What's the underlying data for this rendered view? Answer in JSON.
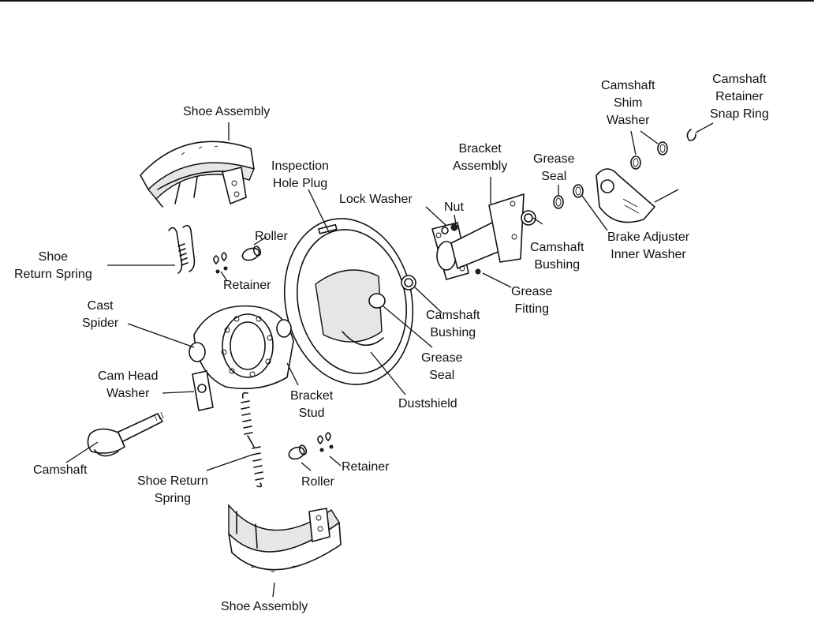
{
  "labels": {
    "shoe_assembly_top": "Shoe Assembly",
    "inspection_hole_plug": [
      "Inspection",
      "Hole Plug"
    ],
    "lock_washer": "Lock Washer",
    "nut": "Nut",
    "bracket_assembly": [
      "Bracket",
      "Assembly"
    ],
    "grease_seal_top": [
      "Grease",
      "Seal"
    ],
    "camshaft_shim_washer": [
      "Camshaft",
      "Shim",
      "Washer"
    ],
    "camshaft_retainer_snap_ring": [
      "Camshaft",
      "Retainer",
      "Snap Ring"
    ],
    "roller_top": "Roller",
    "shoe_return_spring_left": [
      "Shoe",
      "Return Spring"
    ],
    "retainer_top": "Retainer",
    "camshaft_bushing_right": [
      "Camshaft",
      "Bushing"
    ],
    "brake_adjuster_inner_washer": [
      "Brake Adjuster",
      "Inner Washer"
    ],
    "grease_fitting": [
      "Grease",
      "Fitting"
    ],
    "cast_spider": [
      "Cast",
      "Spider"
    ],
    "camshaft_bushing_mid": [
      "Camshaft",
      "Bushing"
    ],
    "grease_seal_mid": [
      "Grease",
      "Seal"
    ],
    "cam_head_washer": [
      "Cam Head",
      "Washer"
    ],
    "bracket_stud": [
      "Bracket",
      "Stud"
    ],
    "dustshield": "Dustshield",
    "camshaft": "Camshaft",
    "shoe_return_spring_bottom": [
      "Shoe Return",
      "Spring"
    ],
    "retainer_bottom": "Retainer",
    "roller_bottom": "Roller",
    "shoe_assembly_bottom": "Shoe Assembly"
  }
}
